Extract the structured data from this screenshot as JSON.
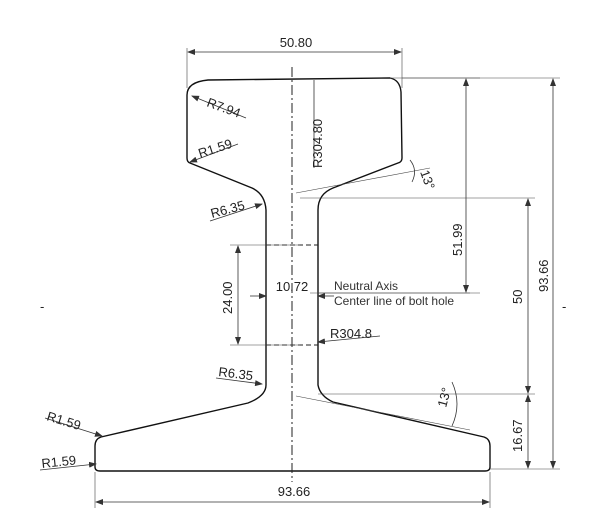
{
  "drawing": {
    "width_top": "50.80",
    "radius_head_top": "R304.80",
    "radius_head_corner": "R7.94",
    "radius_head_underside": "R1.59",
    "radius_fillet_upper": "R6.35",
    "radius_fillet_lower": "R6.35",
    "radius_web": "R304.8",
    "radius_foot_top": "R1.59",
    "radius_foot_bottom": "R1.59",
    "angle_head": "13°",
    "angle_foot": "13°",
    "height_head_to_axis": "51.99",
    "height_web": "50",
    "height_total": "93.66",
    "height_foot": "16.67",
    "bolt_spacing": "24.00",
    "web_thickness": "10.72",
    "width_base": "93.66",
    "neutral_axis_label": "Neutral Axis",
    "bolt_hole_label": "Center line of bolt hole",
    "left_marker": "-",
    "right_marker": "-"
  }
}
